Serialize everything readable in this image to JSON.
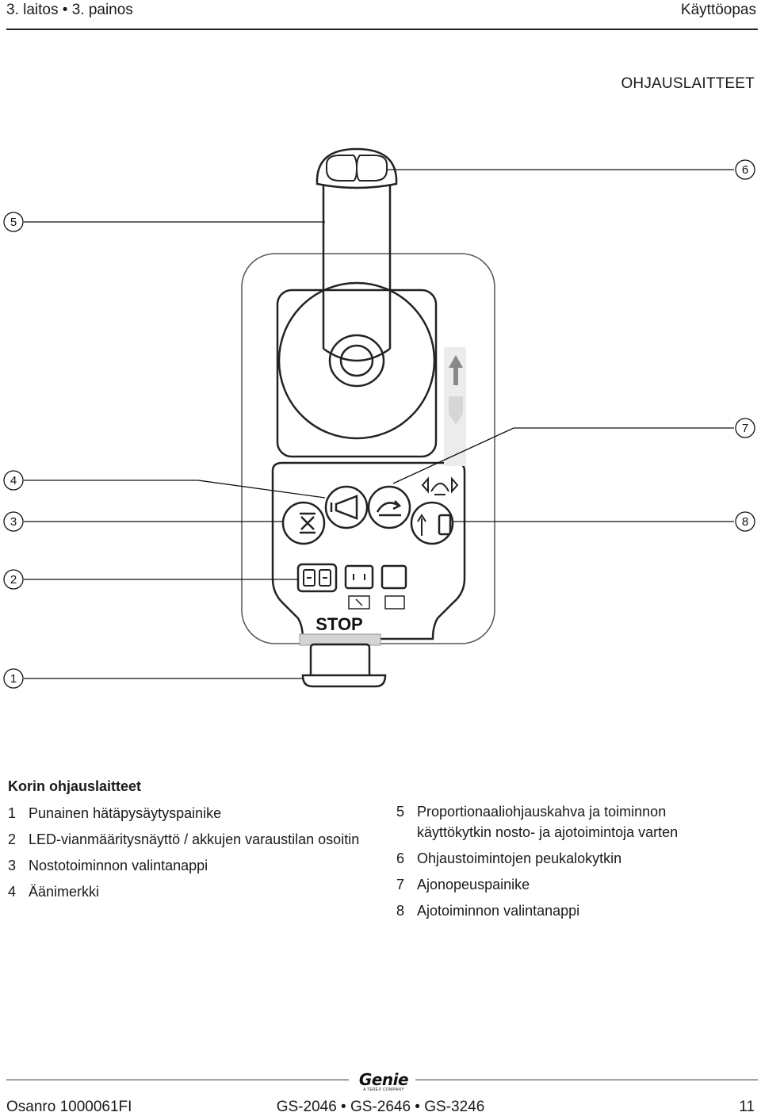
{
  "header": {
    "edition": "3. laitos • 3. painos",
    "manual_type": "Käyttöopas"
  },
  "section_title": "OHJAUSLAITTEET",
  "diagram": {
    "callouts": [
      "1",
      "2",
      "3",
      "4",
      "5",
      "6",
      "7",
      "8"
    ],
    "stop_label": "STOP"
  },
  "caption": {
    "title": "Korin ohjauslaitteet",
    "items": [
      {
        "num": "1",
        "text": "Punainen hätäpysäytyspainike"
      },
      {
        "num": "2",
        "text": "LED-vianmääritysnäyttö / akkujen varaustilan osoitin"
      },
      {
        "num": "3",
        "text": "Nostotoiminnon valintanappi"
      },
      {
        "num": "4",
        "text": "Äänimerkki"
      },
      {
        "num": "5",
        "text": "Proportionaaliohjauskahva ja toiminnon käyttökytkin nosto- ja ajotoimintoja varten"
      },
      {
        "num": "6",
        "text": "Ohjaustoimintojen peukalokytkin"
      },
      {
        "num": "7",
        "text": "Ajonopeuspainike"
      },
      {
        "num": "8",
        "text": "Ajotoiminnon valintanappi"
      }
    ]
  },
  "footer": {
    "part_number": "Osanro 1000061FI",
    "models": "GS-2046 • GS-2646 • GS-3246",
    "page_number": "11",
    "logo_text": "Genie",
    "logo_subtext": "A TEREX COMPANY"
  },
  "colors": {
    "ink": "#1a1a1a",
    "panel_gray": "#c8c8c8",
    "arrow_gray": "#888888",
    "arrow_light": "#d6d6d6"
  }
}
